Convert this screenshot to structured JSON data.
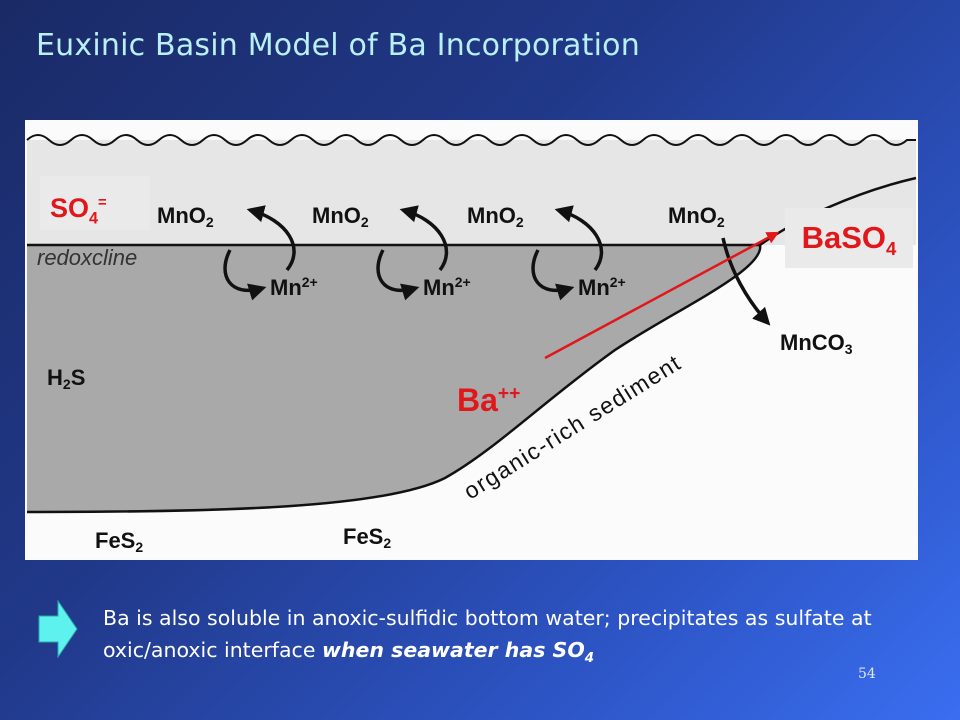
{
  "slide": {
    "title": "Euxinic Basin Model of Ba Incorporation",
    "slide_number": "54"
  },
  "diagram": {
    "labels": {
      "mno2": "MnO",
      "mno2_sub": "2",
      "mn": "Mn",
      "mn_sup": "2+",
      "redoxcline": "redoxcline",
      "h2s": "H",
      "h2s_sub": "2",
      "h2s_tail": "S",
      "mnco3": "MnCO",
      "mnco3_sub": "3",
      "fes2": "FeS",
      "fes2_sub": "2",
      "sediment": "organic-rich sediment"
    },
    "callouts": {
      "so4_main": "SO",
      "so4_sub": "4",
      "so4_sup": "=",
      "baso4_main": "BaSO",
      "baso4_sub": "4",
      "ba_main": "Ba",
      "ba_sup": "++"
    },
    "colors": {
      "water": "#a9a9a9",
      "oxic": "#e6e6e6",
      "sediment": "#fbfbfb",
      "accent_red": "#e0171b",
      "title": "#b8f0f6",
      "bullet_arrow": "#5ef2ee"
    }
  },
  "bullet": {
    "icon": "arrow-right-icon",
    "text_main": "Ba is also soluble in anoxic-sulfidic bottom water; precipitates as sulfate at oxic/anoxic interface ",
    "text_emph": "when seawater has SO",
    "text_emph_sub": "4"
  }
}
